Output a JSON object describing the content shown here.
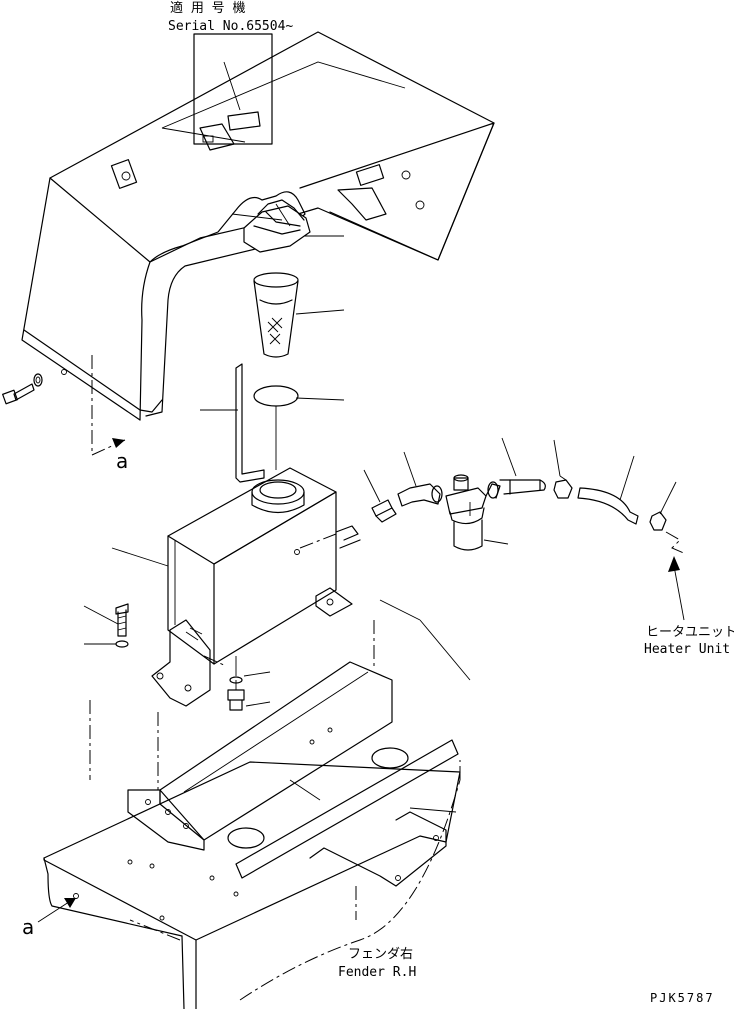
{
  "labels": {
    "serial_jp": "適 用 号 機",
    "serial_en": "Serial No.65504~",
    "heater_jp": "ヒータユニット",
    "heater_en": "Heater Unit",
    "fender_jp": "フェンダ右",
    "fender_en": "Fender R.H",
    "ref_a_top": "a",
    "ref_a_bottom": "a",
    "drawing_code": "PJK5787"
  }
}
